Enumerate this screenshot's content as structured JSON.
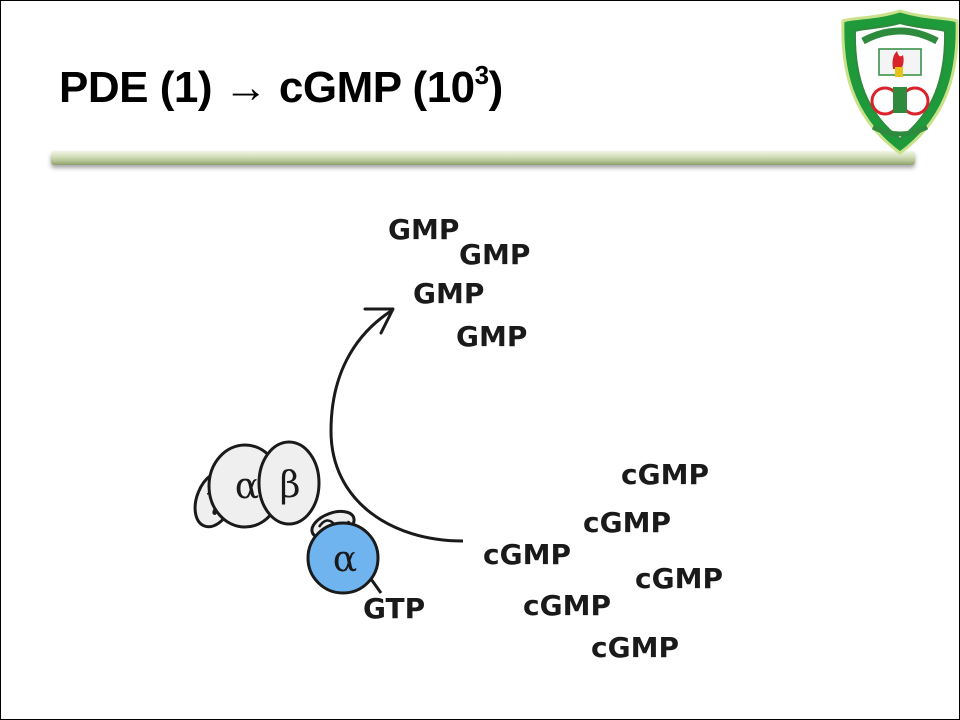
{
  "title": {
    "prefix": "PDE (1) ",
    "arrow": "→",
    "middle": " cGMP (10",
    "superscript": "3",
    "suffix": ")"
  },
  "diagram": {
    "gmp_labels": [
      "GMP",
      "GMP",
      "GMP",
      "GMP"
    ],
    "cgmp_labels": [
      "cGMP",
      "cGMP",
      "cGMP",
      "cGMP",
      "cGMP",
      "cGMP"
    ],
    "gtp_label": "GTP",
    "subunits": {
      "alpha": "α",
      "beta": "β",
      "gamma": "γ",
      "alpha_active": "α"
    },
    "colors": {
      "alpha_active_fill": "#6fb3ef",
      "subunit_fill": "#efefef",
      "rule_accent": "#b6c696"
    }
  },
  "logo": {
    "colors": {
      "shield_green": "#1f9a3a",
      "inner_green": "#2e8b3e",
      "flame_red": "#d8232a",
      "gold": "#e6c21d"
    }
  }
}
